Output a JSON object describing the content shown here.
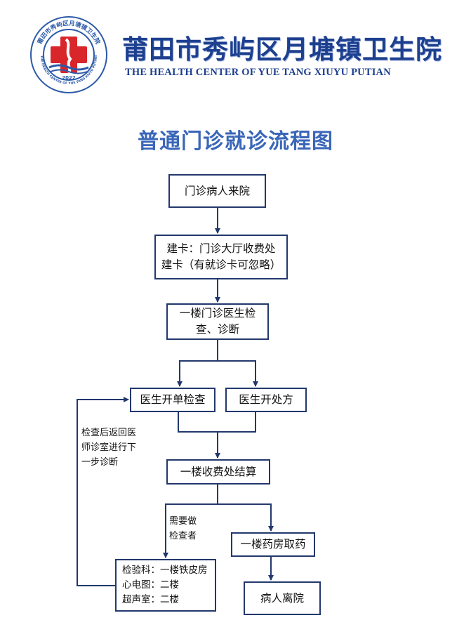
{
  "header": {
    "logo": {
      "ring_text_cn": "莆田市秀屿区月塘镇卫生院",
      "ring_text_en": "THE HEALTH CENTER OF YUE TANG XIUYU PUTIAN",
      "year": "2022"
    },
    "title": "莆田市秀屿区月塘镇卫生院",
    "subtitle": "THE HEALTH CENTER OF YUE TANG XIUYU PUTIAN"
  },
  "diagram": {
    "title": "普通门诊就诊流程图",
    "nodes": {
      "arrival": "门诊病人来院",
      "register_line1": "建卡：门诊大厅收费处",
      "register_line2": "建卡（有就诊卡可忽略）",
      "consult_line1": "一楼门诊医生检",
      "consult_line2": "查、诊断",
      "exam_order": "医生开单检查",
      "prescription": "医生开处方",
      "billing": "一楼收费处结算",
      "pharmacy": "一楼药房取药",
      "exam_line1": "检验科：一楼铁皮房",
      "exam_line2": "心电图：二楼",
      "exam_line3": "超声室：二楼",
      "leave": "病人离院"
    },
    "notes": {
      "return_line1": "检查后返回医",
      "return_line2": "师诊室进行下",
      "return_line3": "一步诊断",
      "need_line1": "需要做",
      "need_line2": "检查者"
    }
  },
  "colors": {
    "title_blue": "#1d3f8f",
    "diagram_title": "#3a66b8",
    "line": "#22386d",
    "cross_red": "#d9262b"
  }
}
